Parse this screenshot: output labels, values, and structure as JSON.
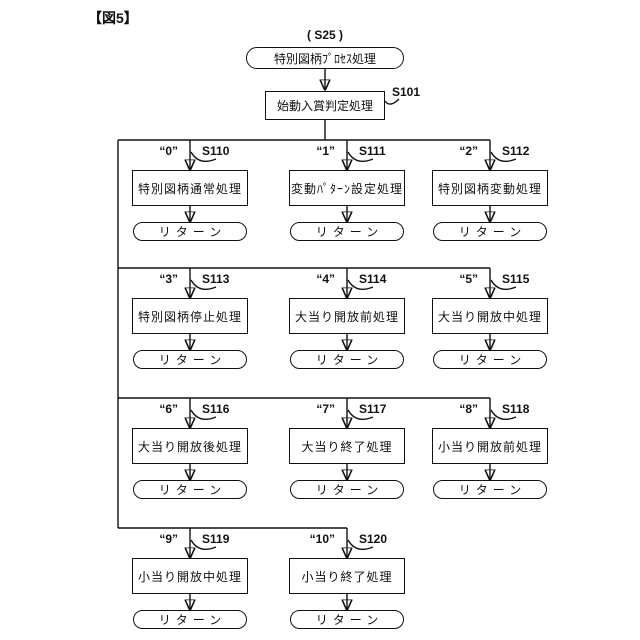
{
  "figure_label": "【図5】",
  "flow": {
    "entry_ref": "( S25 )",
    "entry_node": "特別図柄ﾌﾟﾛｾｽ処理",
    "judge_node": "始動入賞判定処理",
    "judge_step": "S101"
  },
  "return_label": "リターン",
  "branches": [
    {
      "case": "“0”",
      "step": "S110",
      "process": "特別図柄通常処理"
    },
    {
      "case": "“1”",
      "step": "S111",
      "process": "変動ﾊﾟﾀｰﾝ設定処理"
    },
    {
      "case": "“2”",
      "step": "S112",
      "process": "特別図柄変動処理"
    },
    {
      "case": "“3”",
      "step": "S113",
      "process": "特別図柄停止処理"
    },
    {
      "case": "“4”",
      "step": "S114",
      "process": "大当り開放前処理"
    },
    {
      "case": "“5”",
      "step": "S115",
      "process": "大当り開放中処理"
    },
    {
      "case": "“6”",
      "step": "S116",
      "process": "大当り開放後処理"
    },
    {
      "case": "“7”",
      "step": "S117",
      "process": "大当り終了処理"
    },
    {
      "case": "“8”",
      "step": "S118",
      "process": "小当り開放前処理"
    },
    {
      "case": "“9”",
      "step": "S119",
      "process": "小当り開放中処理"
    },
    {
      "case": "“10”",
      "step": "S120",
      "process": "小当り終了処理"
    }
  ]
}
